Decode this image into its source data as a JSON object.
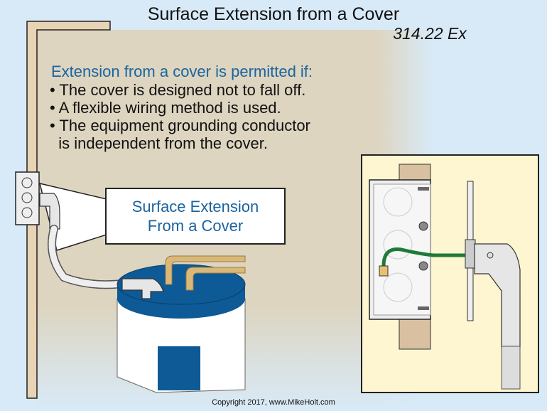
{
  "title": {
    "main": "Surface Extension from a Cover",
    "code_reference": "314.22 Ex"
  },
  "intro": "Extension from a cover is permitted if:",
  "bullets": [
    "• The cover is designed not to fall off.",
    "• A flexible wiring method is used.",
    "• The equipment grounding conductor",
    "  is independent from the cover."
  ],
  "callout": {
    "line1": "Surface Extension",
    "line2": "From a Cover"
  },
  "copyright": "Copyright 2017, www.MikeHolt.com",
  "colors": {
    "background": "#d8eaf8",
    "wall": "#ddd5c0",
    "accent_text": "#1b64a0",
    "heater_blue": "#0d5a96",
    "ground_wire": "#1f7a3a",
    "pipe": "#d9b87a",
    "detail_panel": "#fdf6d0"
  }
}
